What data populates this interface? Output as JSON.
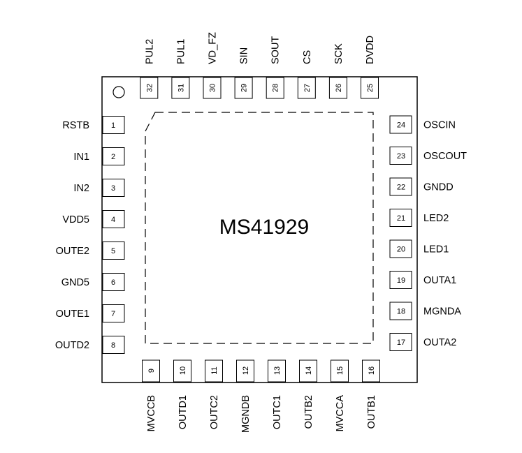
{
  "chip": {
    "name": "MS41929"
  },
  "pins": {
    "left": [
      {
        "num": "1",
        "name": "RSTB"
      },
      {
        "num": "2",
        "name": "IN1"
      },
      {
        "num": "3",
        "name": "IN2"
      },
      {
        "num": "4",
        "name": "VDD5"
      },
      {
        "num": "5",
        "name": "OUTE2"
      },
      {
        "num": "6",
        "name": "GND5"
      },
      {
        "num": "7",
        "name": "OUTE1"
      },
      {
        "num": "8",
        "name": "OUTD2"
      }
    ],
    "bottom": [
      {
        "num": "9",
        "name": "MVCCB"
      },
      {
        "num": "10",
        "name": "OUTD1"
      },
      {
        "num": "11",
        "name": "OUTC2"
      },
      {
        "num": "12",
        "name": "MGNDB"
      },
      {
        "num": "13",
        "name": "OUTC1"
      },
      {
        "num": "14",
        "name": "OUTB2"
      },
      {
        "num": "15",
        "name": "MVCCA"
      },
      {
        "num": "16",
        "name": "OUTB1"
      }
    ],
    "right": [
      {
        "num": "17",
        "name": "OUTA2"
      },
      {
        "num": "18",
        "name": "MGNDA"
      },
      {
        "num": "19",
        "name": "OUTA1"
      },
      {
        "num": "20",
        "name": "LED1"
      },
      {
        "num": "21",
        "name": "LED2"
      },
      {
        "num": "22",
        "name": "GNDD"
      },
      {
        "num": "23",
        "name": "OSCOUT"
      },
      {
        "num": "24",
        "name": "OSCIN"
      }
    ],
    "top": [
      {
        "num": "25",
        "name": "DVDD"
      },
      {
        "num": "26",
        "name": "SCK"
      },
      {
        "num": "27",
        "name": "CS"
      },
      {
        "num": "28",
        "name": "SOUT"
      },
      {
        "num": "29",
        "name": "SIN"
      },
      {
        "num": "30",
        "name": "VD_FZ"
      },
      {
        "num": "31",
        "name": "PUL1"
      },
      {
        "num": "32",
        "name": "PUL2"
      }
    ]
  }
}
